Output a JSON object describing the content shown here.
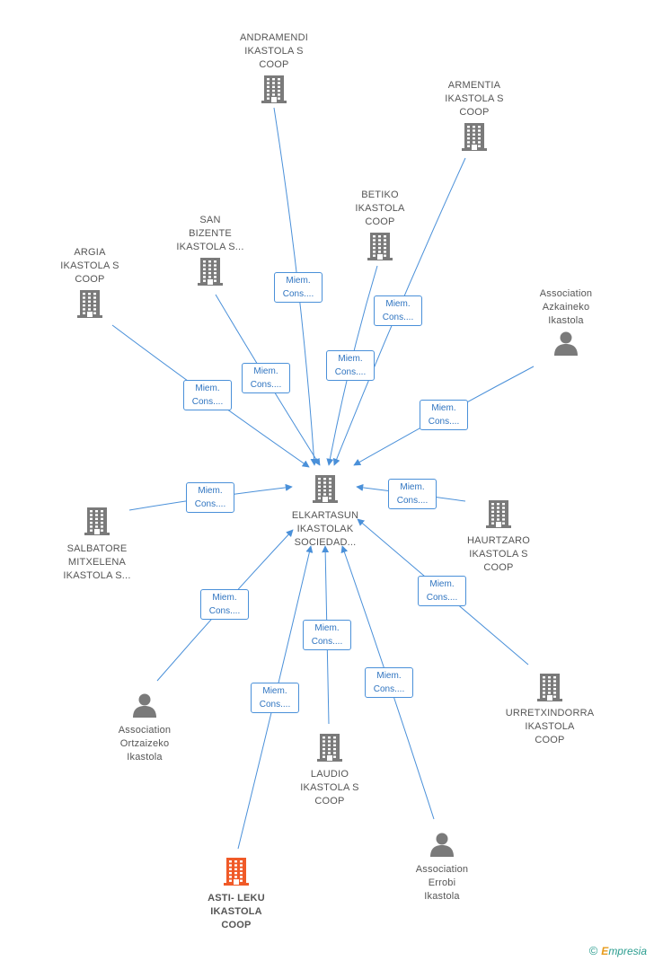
{
  "colors": {
    "edge": "#4a90d9",
    "company_icon": "#7a7a7a",
    "person_icon": "#7a7a7a",
    "highlight_icon": "#f05a28"
  },
  "edge_label": {
    "line1": "Miem.",
    "line2": "Cons...."
  },
  "center": {
    "id": "center",
    "name": "ELKARTASUN\nIKASTOLAK\nSOCIEDAD...",
    "type": "company"
  },
  "nodes": [
    {
      "id": "andramendi",
      "name": "ANDRAMENDI\nIKASTOLA S\nCOOP",
      "type": "company"
    },
    {
      "id": "armentia",
      "name": "ARMENTIA\nIKASTOLA S\nCOOP",
      "type": "company"
    },
    {
      "id": "betiko",
      "name": "BETIKO\nIKASTOLA\nCOOP",
      "type": "company"
    },
    {
      "id": "sanbizente",
      "name": "SAN\nBIZENTE\nIKASTOLA S...",
      "type": "company"
    },
    {
      "id": "argia",
      "name": "ARGIA\nIKASTOLA S\nCOOP",
      "type": "company"
    },
    {
      "id": "azkaineko",
      "name": "Association\nAzkaineko\nIkastola",
      "type": "person"
    },
    {
      "id": "salbatore",
      "name": "SALBATORE\nMITXELENA\nIKASTOLA S...",
      "type": "company"
    },
    {
      "id": "haurtzaro",
      "name": "HAURTZARO\nIKASTOLA S\nCOOP",
      "type": "company"
    },
    {
      "id": "ortzaizeko",
      "name": "Association\nOrtzaizeko\nIkastola",
      "type": "person"
    },
    {
      "id": "urretxindorra",
      "name": "URRETXINDORRA\nIKASTOLA\nCOOP",
      "type": "company"
    },
    {
      "id": "laudio",
      "name": "LAUDIO\nIKASTOLA S\nCOOP",
      "type": "company"
    },
    {
      "id": "errobi",
      "name": "Association\nErrobi\nIkastola",
      "type": "person"
    },
    {
      "id": "astileku",
      "name": "ASTI- LEKU\nIKASTOLA\nCOOP",
      "type": "company",
      "highlight": true
    }
  ],
  "edges": [
    {
      "from": "andramendi",
      "to": "center"
    },
    {
      "from": "armentia",
      "to": "center"
    },
    {
      "from": "betiko",
      "to": "center"
    },
    {
      "from": "sanbizente",
      "to": "center"
    },
    {
      "from": "argia",
      "to": "center"
    },
    {
      "from": "azkaineko",
      "to": "center"
    },
    {
      "from": "salbatore",
      "to": "center"
    },
    {
      "from": "haurtzaro",
      "to": "center"
    },
    {
      "from": "ortzaizeko",
      "to": "center"
    },
    {
      "from": "urretxindorra",
      "to": "center"
    },
    {
      "from": "laudio",
      "to": "center"
    },
    {
      "from": "errobi",
      "to": "center"
    },
    {
      "from": "astileku",
      "to": "center"
    }
  ],
  "brand": {
    "copyright": "©",
    "name": "Empresia"
  }
}
